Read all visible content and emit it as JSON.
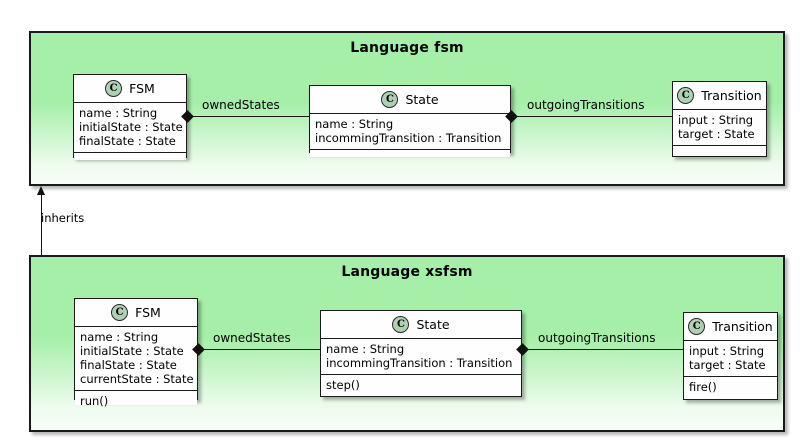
{
  "diagram": {
    "type": "uml-class-diagram",
    "packages": [
      {
        "id": "fsm",
        "title": "Language fsm",
        "classes": [
          {
            "id": "fsm-FSM",
            "icon": "C",
            "name": "FSM",
            "attributes": [
              "name : String",
              "initialState : State",
              "finalState : State"
            ],
            "operations": []
          },
          {
            "id": "fsm-State",
            "icon": "C",
            "name": "State",
            "attributes": [
              "name : String",
              "incommingTransition : Transition"
            ],
            "operations": []
          },
          {
            "id": "fsm-Transition",
            "icon": "C",
            "name": "Transition",
            "attributes": [
              "input : String",
              "target : State"
            ],
            "operations": []
          }
        ],
        "associations": [
          {
            "id": "fsm-ownedStates",
            "label": "ownedStates",
            "kind": "composition",
            "from": "FSM",
            "to": "State"
          },
          {
            "id": "fsm-outgoingTransitions",
            "label": "outgoingTransitions",
            "kind": "composition",
            "from": "State",
            "to": "Transition"
          }
        ]
      },
      {
        "id": "xsfsm",
        "title": "Language xsfsm",
        "classes": [
          {
            "id": "xsfsm-FSM",
            "icon": "C",
            "name": "FSM",
            "attributes": [
              "name : String",
              "initialState : State",
              "finalState : State",
              "currentState : State"
            ],
            "operations": [
              "run()"
            ]
          },
          {
            "id": "xsfsm-State",
            "icon": "C",
            "name": "State",
            "attributes": [
              "name : String",
              "incommingTransition : Transition"
            ],
            "operations": [
              "step()"
            ]
          },
          {
            "id": "xsfsm-Transition",
            "icon": "C",
            "name": "Transition",
            "attributes": [
              "input : String",
              "target : State"
            ],
            "operations": [
              "fire()"
            ]
          }
        ],
        "associations": [
          {
            "id": "xsfsm-ownedStates",
            "label": "ownedStates",
            "kind": "composition",
            "from": "FSM",
            "to": "State"
          },
          {
            "id": "xsfsm-outgoingTransitions",
            "label": "outgoingTransitions",
            "kind": "composition",
            "from": "State",
            "to": "Transition"
          }
        ]
      }
    ],
    "relations": [
      {
        "id": "inherits",
        "label": "inherits",
        "from": "Language xsfsm",
        "to": "Language fsm",
        "arrow": "up"
      }
    ],
    "colors": {
      "package_fill_top": "#A5EFA8",
      "package_fill_bottom": "#F7FDF7",
      "class_fill": "#FEFEFE",
      "border": "#1A1A1A",
      "icon_fill": "#ADD1B2",
      "text": "#000000"
    }
  }
}
